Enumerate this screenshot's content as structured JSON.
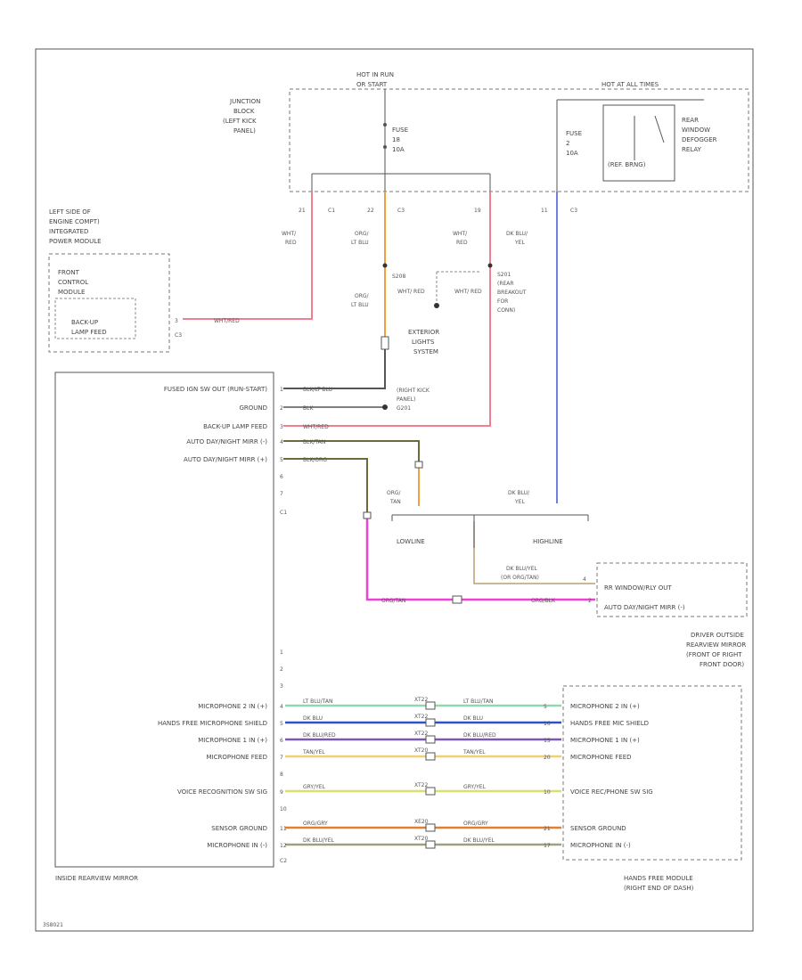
{
  "diagram": {
    "top_feed": [
      "HOT IN RUN",
      "OR START"
    ],
    "hot_at_all_times": "HOT AT ALL TIMES",
    "junction_block": [
      "JUNCTION",
      "BLOCK",
      "(LEFT KICK",
      "PANEL)"
    ],
    "fuse_left": [
      "FUSE",
      "18",
      "10A"
    ],
    "fuse_right": [
      "FUSE",
      "2",
      "10A"
    ],
    "relay": [
      "REAR",
      "WINDOW",
      "DEFOGGER",
      "RELAY"
    ],
    "relay_note": "(REF. BRNG)",
    "junction_pins": [
      "21",
      "C1",
      "22",
      "C3",
      "19",
      "11",
      "C3"
    ],
    "wires_top": [
      {
        "name": "WHT/ RED",
        "lines": [
          "WHT/",
          "RED"
        ]
      },
      {
        "name": "ORG/ LT BLU",
        "lines": [
          "ORG/",
          "LT BLU"
        ]
      },
      {
        "name": "WHT/ RED 2",
        "lines": [
          "WHT/",
          "RED"
        ]
      },
      {
        "name": "DK BLU/ YEL",
        "lines": [
          "DK BLU/",
          "YEL"
        ]
      }
    ],
    "engine_compt": [
      "LEFT SIDE OF",
      "ENGINE COMPT)",
      "INTEGRATED",
      "POWER MODULE"
    ],
    "front_control": [
      "FRONT",
      "CONTROL",
      "MODULE"
    ],
    "backup_lamp_feed": [
      "BACK-UP",
      "LAMP FEED"
    ],
    "fcm_pin": "3",
    "fcm_conn": "C3",
    "wht_red_long": "WHT/RED",
    "splice_s208": "S208",
    "splice_s201": [
      "S201",
      "(REAR",
      "BREAKOUT",
      "FOR",
      "CONN)"
    ],
    "small_wires": [
      "WHT/ RED",
      "WHT/ RED"
    ],
    "org_lt_blu_mid": [
      "ORG/",
      "LT BLU"
    ],
    "exterior_lights": [
      "EXTERIOR",
      "LIGHTS",
      "SYSTEM"
    ],
    "mirror_pins_top": [
      {
        "pin": "1",
        "label": "FUSED IGN SW OUT (RUN-START)",
        "wire": "BLK/LT BLU"
      },
      {
        "pin": "2",
        "label": "GROUND",
        "wire": "BLK"
      },
      {
        "pin": "3",
        "label": "BACK-UP LAMP FEED",
        "wire": "WHT/RED"
      },
      {
        "pin": "4",
        "label": "AUTO DAY/NIGHT MIRR (-)",
        "wire": "BLK/TAN"
      },
      {
        "pin": "5",
        "label": "AUTO DAY/NIGHT MIRR (+)",
        "wire": "BLK/ORG"
      }
    ],
    "mirror_pins_extra": [
      "6",
      "7",
      "C1"
    ],
    "ground_g201": [
      "(RIGHT KICK",
      "PANEL)",
      "G201"
    ],
    "org_tan": [
      "ORG/",
      "TAN"
    ],
    "dk_blu_yel_bottom": [
      "DK BLU/",
      "YEL"
    ],
    "lowline": "LOWLINE",
    "highline": "HIGHLINE",
    "dk_blu_yel_highline": "DK BLU/YEL",
    "highline_note": "(OR ORG/TAN)",
    "dk_blu_yel_pin": "4",
    "pink_left": "ORG/TAN",
    "pink_right": "ORG/BLK",
    "outside_mirror_pins": [
      "RR WINDOW/RLY OUT",
      "AUTO DAY/NIGHT MIRR (-)"
    ],
    "outside_mirror_conn": "2",
    "driver_mirror": [
      "DRIVER OUTSIDE",
      "REARVIEW MIRROR",
      "(FRONT OF RIGHT",
      "FRONT DOOR)"
    ],
    "mirror_pins_mid": [
      "1",
      "2",
      "3"
    ],
    "mic_wires": [
      {
        "pin": "4",
        "label": "MICROPHONE 2 IN (+)",
        "wire": "LT BLU/TAN",
        "splice": "XT22",
        "right_pin": "5",
        "right_label": "MICROPHONE 2 IN (+)",
        "color": "#8fd9b0"
      },
      {
        "pin": "5",
        "label": "HANDS FREE MICROPHONE SHIELD",
        "wire": "DK BLU",
        "splice": "XT22",
        "right_pin": "16",
        "right_label": "HANDS FREE MIC SHIELD",
        "color": "#3050c8"
      },
      {
        "pin": "6",
        "label": "MICROPHONE 1 IN (+)",
        "wire": "DK BLU/RED",
        "splice": "XT22",
        "right_pin": "15",
        "right_label": "MICROPHONE 1 IN (+)",
        "color": "#7a5ab0"
      },
      {
        "pin": "7",
        "label": "MICROPHONE FEED",
        "wire": "TAN/YEL",
        "splice": "XT20",
        "right_pin": "20",
        "right_label": "MICROPHONE FEED",
        "color": "#f0d070"
      },
      {
        "pin": "9",
        "label": "VOICE RECOGNITION SW SIG",
        "wire": "GRY/YEL",
        "splice": "XT22",
        "right_pin": "10",
        "right_label": "VOICE REC/PHONE SW SIG",
        "color": "#d8e070"
      },
      {
        "pin": "11",
        "label": "SENSOR GROUND",
        "wire": "ORG/GRY",
        "splice": "XE20",
        "right_pin": "21",
        "right_label": "SENSOR GROUND",
        "color": "#e08030"
      },
      {
        "pin": "12",
        "label": "MICROPHONE IN (-)",
        "wire": "DK BLU/YEL",
        "splice": "XT20",
        "right_pin": "17",
        "right_label": "MICROPHONE IN (-)",
        "color": "#a0a080"
      }
    ],
    "mirror_pin_8": "8",
    "mirror_pin_10": "10",
    "mirror_conn_c2": "C2",
    "inside_mirror": "INSIDE REARVIEW MIRROR",
    "hands_free": [
      "HANDS FREE MODULE",
      "(RIGHT END OF DASH)"
    ],
    "footer": "3S8021"
  },
  "colors": {
    "pink": "#f08090",
    "orange": "#f0a040",
    "blue": "#7080e0",
    "magenta": "#f040d8",
    "tan": "#b8a070",
    "olive": "#6a6a3a"
  }
}
